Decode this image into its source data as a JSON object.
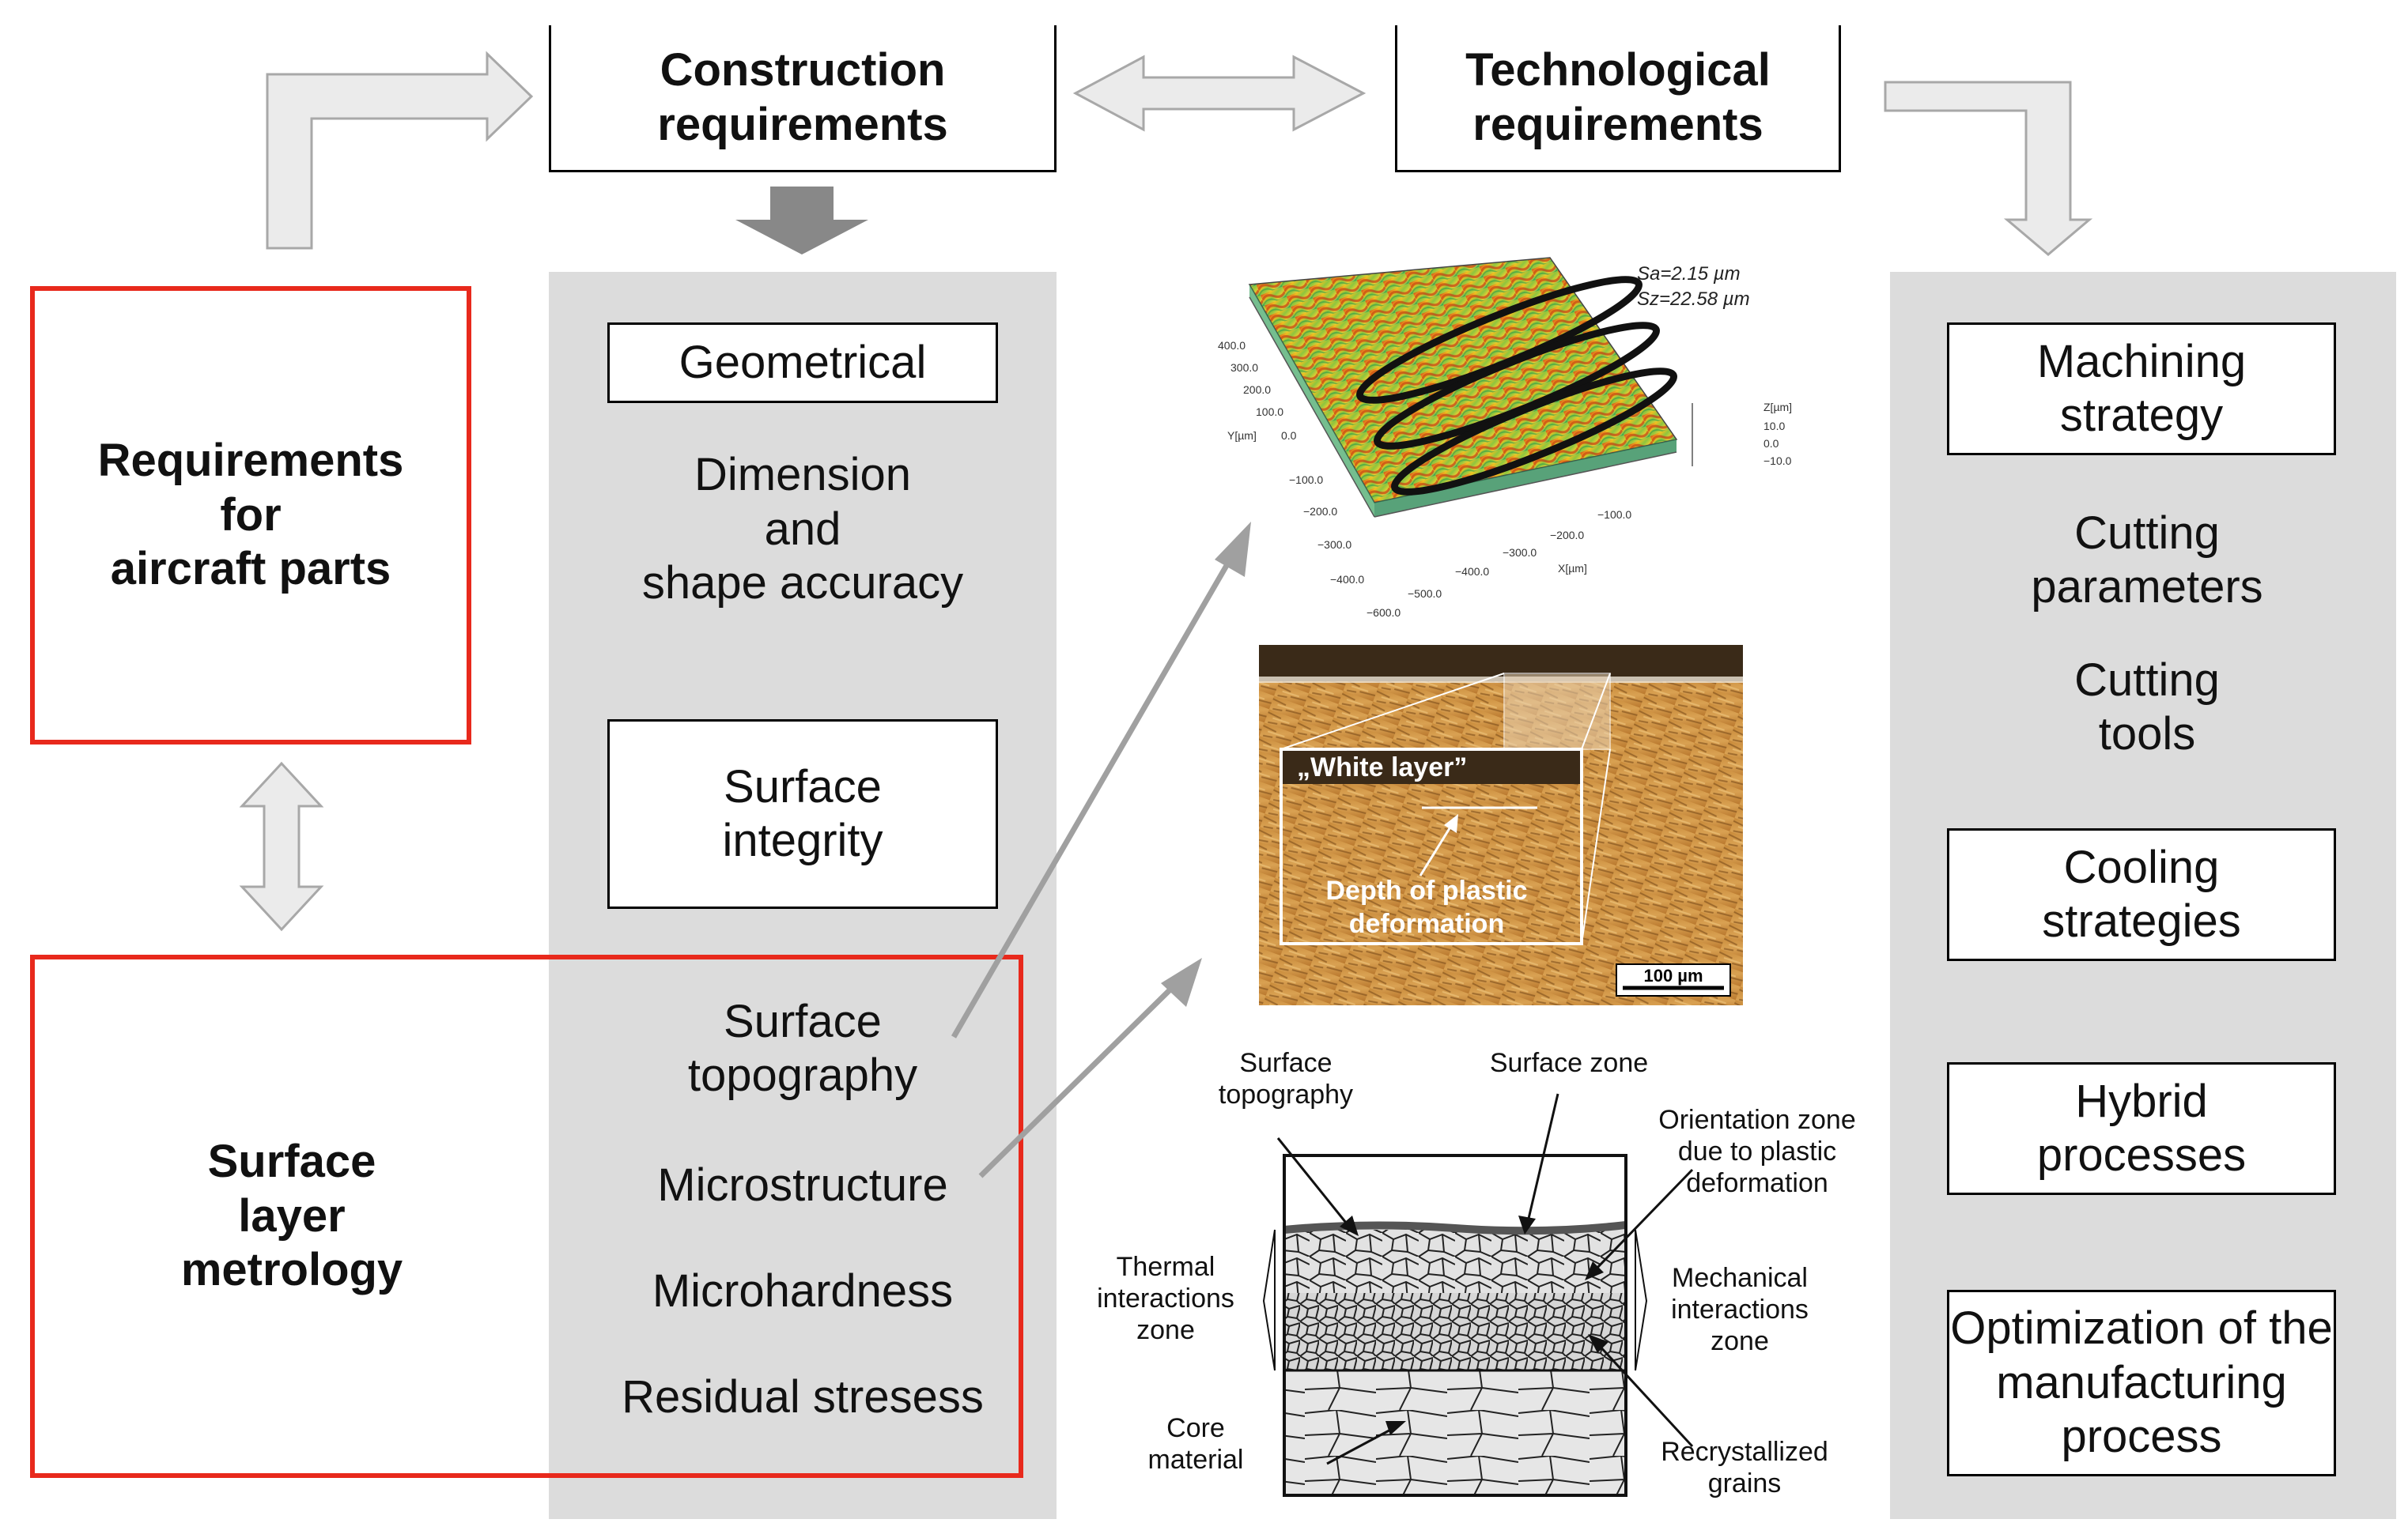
{
  "top": {
    "construction": "Construction\nrequirements",
    "technological": "Technological\nrequirements"
  },
  "left": {
    "requirements": "Requirements\nfor\naircraft parts",
    "metrology": "Surface\nlayer\nmetrology"
  },
  "construction_panel": {
    "geometrical": "Geometrical",
    "dimension": "Dimension\nand\nshape accuracy",
    "surface_integrity": "Surface\nintegrity",
    "topography": "Surface\ntopography",
    "microstructure": "Microstructure",
    "microhardness": "Microhardness",
    "residual": "Residual stresess"
  },
  "tech_panel": {
    "machining": "Machining\nstrategy",
    "cutting_params": "Cutting\nparameters",
    "cutting_tools": "Cutting\ntools",
    "cooling": "Cooling\nstrategies",
    "hybrid": "Hybrid\nprocesses",
    "optimization": "Optimization of the\nmanufacturing\nprocess"
  },
  "topo_plot": {
    "sa": "Sa=2.15 µm",
    "sz": "Sz=22.58 µm",
    "y_axis": "Y[µm]",
    "x_axis": "X[µm]",
    "z_axis": "Z[µm]",
    "y_ticks": [
      "400.0",
      "300.0",
      "200.0",
      "100.0",
      "0.0",
      "−100.0",
      "−200.0",
      "−300.0",
      "−400.0",
      "−600.0"
    ],
    "x_ticks": [
      "−500.0",
      "−400.0",
      "−300.0",
      "−200.0",
      "−100.0"
    ],
    "z_ticks": [
      "10.0",
      "0.0",
      "−10.0"
    ]
  },
  "micrograph": {
    "white_layer": "„White layer”",
    "depth": "Depth of plastic\ndeformation",
    "scale": "100 µm"
  },
  "schematic": {
    "surface_topography": "Surface\ntopography",
    "surface_zone": "Surface zone",
    "orientation": "Orientation zone\ndue to plastic\ndeformation",
    "thermal": "Thermal\ninteractions\nzone",
    "mechanical": "Mechanical\ninteractions\nzone",
    "core": "Core\nmaterial",
    "recrystallized": "Recrystallized\ngrains"
  },
  "colors": {
    "red_border": "#e8291c",
    "panel_gray": "#dcdcdc",
    "arrow_gray": "#a0a0a0"
  }
}
